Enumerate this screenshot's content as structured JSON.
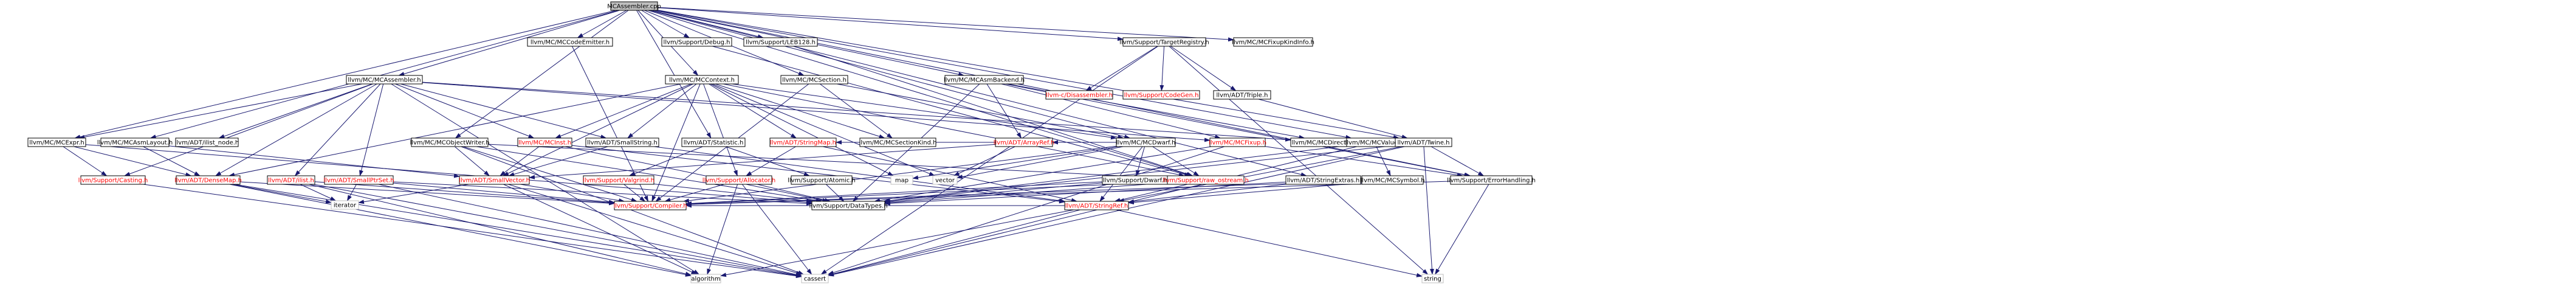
{
  "nodes": [
    {
      "id": "root",
      "label": "MCAssembler.cpp",
      "kind": "root"
    },
    {
      "id": "mccodeemitter",
      "label": "llvm/MC/MCCodeEmitter.h"
    },
    {
      "id": "debug",
      "label": "llvm/Support/Debug.h"
    },
    {
      "id": "leb128",
      "label": "llvm/Support/LEB128.h"
    },
    {
      "id": "targetregistry",
      "label": "llvm/Support/TargetRegistry.h"
    },
    {
      "id": "mcfixupkindinfo",
      "label": "llvm/MC/MCFixupKindInfo.h"
    },
    {
      "id": "mcassembler",
      "label": "llvm/MC/MCAssembler.h"
    },
    {
      "id": "mccontext",
      "label": "llvm/MC/MCContext.h"
    },
    {
      "id": "mcsection",
      "label": "llvm/MC/MCSection.h"
    },
    {
      "id": "mcasmbackend",
      "label": "llvm/MC/MCAsmBackend.h"
    },
    {
      "id": "mcexpr",
      "label": "llvm/MC/MCExpr.h"
    },
    {
      "id": "mcasmlayout",
      "label": "llvm/MC/MCAsmLayout.h"
    },
    {
      "id": "ilistnode",
      "label": "llvm/ADT/ilist_node.h"
    },
    {
      "id": "mcobjectwriter",
      "label": "llvm/MC/MCObjectWriter.h"
    },
    {
      "id": "mcinst",
      "label": "llvm/MC/MCInst.h",
      "kind": "red"
    },
    {
      "id": "smallstring",
      "label": "llvm/ADT/SmallString.h"
    },
    {
      "id": "statistic",
      "label": "llvm/ADT/Statistic.h"
    },
    {
      "id": "stringmap",
      "label": "llvm/ADT/StringMap.h",
      "kind": "red"
    },
    {
      "id": "mcsectionkind",
      "label": "llvm/MC/MCSectionKind.h"
    },
    {
      "id": "arrayref",
      "label": "llvm/ADT/ArrayRef.h",
      "kind": "red"
    },
    {
      "id": "mcdwarf",
      "label": "llvm/MC/MCDwarf.h"
    },
    {
      "id": "mcfixup",
      "label": "llvm/MC/MCFixup.h",
      "kind": "red"
    },
    {
      "id": "mcdirectives",
      "label": "llvm/MC/MCDirectives.h"
    },
    {
      "id": "disassembler",
      "label": "llvm-c/Disassembler.h",
      "kind": "red"
    },
    {
      "id": "codegen",
      "label": "llvm/Support/CodeGen.h",
      "kind": "red"
    },
    {
      "id": "triple",
      "label": "llvm/ADT/Triple.h"
    },
    {
      "id": "mcvalue",
      "label": "llvm/MC/MCValue.h"
    },
    {
      "id": "twine",
      "label": "llvm/ADT/Twine.h"
    },
    {
      "id": "casting",
      "label": "llvm/Support/Casting.h",
      "kind": "red"
    },
    {
      "id": "densemap",
      "label": "llvm/ADT/DenseMap.h",
      "kind": "red"
    },
    {
      "id": "ilist",
      "label": "llvm/ADT/ilist.h",
      "kind": "red"
    },
    {
      "id": "smallptrset",
      "label": "llvm/ADT/SmallPtrSet.h",
      "kind": "red"
    },
    {
      "id": "smallvector",
      "label": "llvm/ADT/SmallVector.h",
      "kind": "red"
    },
    {
      "id": "valgrind",
      "label": "llvm/Support/Valgrind.h",
      "kind": "red"
    },
    {
      "id": "allocator",
      "label": "llvm/Support/Allocator.h",
      "kind": "red"
    },
    {
      "id": "atomic",
      "label": "llvm/Support/Atomic.h"
    },
    {
      "id": "map",
      "label": "map",
      "kind": "leaf"
    },
    {
      "id": "vector",
      "label": "vector",
      "kind": "leaf"
    },
    {
      "id": "dwarf",
      "label": "llvm/Support/Dwarf.h"
    },
    {
      "id": "rawostream",
      "label": "llvm/Support/raw_ostream.h",
      "kind": "red"
    },
    {
      "id": "stringextras",
      "label": "llvm/ADT/StringExtras.h"
    },
    {
      "id": "mcsymbol",
      "label": "llvm/MC/MCSymbol.h"
    },
    {
      "id": "errorhandling",
      "label": "llvm/Support/ErrorHandling.h"
    },
    {
      "id": "iterator",
      "label": "iterator",
      "kind": "leaf"
    },
    {
      "id": "compiler",
      "label": "llvm/Support/Compiler.h",
      "kind": "red"
    },
    {
      "id": "datatypes",
      "label": "llvm/Support/DataTypes.h"
    },
    {
      "id": "stringref",
      "label": "llvm/ADT/StringRef.h",
      "kind": "red"
    },
    {
      "id": "algorithm",
      "label": "algorithm",
      "kind": "leaf"
    },
    {
      "id": "cassert",
      "label": "cassert",
      "kind": "leaf"
    },
    {
      "id": "string",
      "label": "string",
      "kind": "leaf"
    }
  ],
  "edges": [
    [
      "root",
      "mccodeemitter"
    ],
    [
      "root",
      "debug"
    ],
    [
      "root",
      "leb128"
    ],
    [
      "root",
      "targetregistry"
    ],
    [
      "root",
      "mcfixupkindinfo"
    ],
    [
      "root",
      "mcassembler"
    ],
    [
      "root",
      "mccontext"
    ],
    [
      "root",
      "mcsection"
    ],
    [
      "root",
      "mcasmbackend"
    ],
    [
      "root",
      "mcexpr"
    ],
    [
      "root",
      "mcasmlayout"
    ],
    [
      "root",
      "mcobjectwriter"
    ],
    [
      "root",
      "statistic"
    ],
    [
      "root",
      "mcdwarf"
    ],
    [
      "root",
      "mcvalue"
    ],
    [
      "root",
      "twine"
    ],
    [
      "root",
      "rawostream"
    ],
    [
      "root",
      "errorhandling"
    ],
    [
      "root",
      "stringextras"
    ],
    [
      "mccodeemitter",
      "compiler"
    ],
    [
      "debug",
      "rawostream"
    ],
    [
      "leb128",
      "rawostream"
    ],
    [
      "targetregistry",
      "disassembler"
    ],
    [
      "targetregistry",
      "codegen"
    ],
    [
      "targetregistry",
      "triple"
    ],
    [
      "targetregistry",
      "cassert"
    ],
    [
      "targetregistry",
      "string"
    ],
    [
      "mcassembler",
      "mcexpr"
    ],
    [
      "mcassembler",
      "ilistnode"
    ],
    [
      "mcassembler",
      "mcinst"
    ],
    [
      "mcassembler",
      "smallstring"
    ],
    [
      "mcassembler",
      "mcfixup"
    ],
    [
      "mcassembler",
      "casting"
    ],
    [
      "mcassembler",
      "densemap"
    ],
    [
      "mcassembler",
      "ilist"
    ],
    [
      "mcassembler",
      "smallptrset"
    ],
    [
      "mcassembler",
      "algorithm"
    ],
    [
      "mcassembler",
      "mcdirectives"
    ],
    [
      "mccontext",
      "smallstring"
    ],
    [
      "mccontext",
      "stringmap"
    ],
    [
      "mccontext",
      "mcsectionkind"
    ],
    [
      "mccontext",
      "mcdwarf"
    ],
    [
      "mccontext",
      "densemap"
    ],
    [
      "mccontext",
      "smallvector"
    ],
    [
      "mccontext",
      "allocator"
    ],
    [
      "mccontext",
      "rawostream"
    ],
    [
      "mccontext",
      "map"
    ],
    [
      "mccontext",
      "vector"
    ],
    [
      "mccontext",
      "compiler"
    ],
    [
      "mccontext",
      "mcinst"
    ],
    [
      "mcsection",
      "mcsectionkind"
    ],
    [
      "mcsection",
      "compiler"
    ],
    [
      "mcsection",
      "mcdwarf"
    ],
    [
      "mcasmbackend",
      "arrayref"
    ],
    [
      "mcasmbackend",
      "mcdirectives"
    ],
    [
      "mcasmbackend",
      "mcfixup"
    ],
    [
      "mcasmbackend",
      "datatypes"
    ],
    [
      "mcasmbackend",
      "errorhandling"
    ],
    [
      "mcexpr",
      "casting"
    ],
    [
      "mcexpr",
      "densemap"
    ],
    [
      "mcexpr",
      "datatypes"
    ],
    [
      "mcasmlayout",
      "densemap"
    ],
    [
      "mcasmlayout",
      "smallvector"
    ],
    [
      "mcobjectwriter",
      "smallvector"
    ],
    [
      "mcobjectwriter",
      "compiler"
    ],
    [
      "mcobjectwriter",
      "datatypes"
    ],
    [
      "mcobjectwriter",
      "cassert"
    ],
    [
      "mcobjectwriter",
      "rawostream"
    ],
    [
      "mcinst",
      "smallvector"
    ],
    [
      "mcinst",
      "stringref"
    ],
    [
      "mcinst",
      "datatypes"
    ],
    [
      "smallstring",
      "smallvector"
    ],
    [
      "smallstring",
      "stringref"
    ],
    [
      "statistic",
      "atomic"
    ],
    [
      "statistic",
      "valgrind"
    ],
    [
      "stringmap",
      "allocator"
    ],
    [
      "stringmap",
      "stringref"
    ],
    [
      "arrayref",
      "smallvector"
    ],
    [
      "arrayref",
      "vector"
    ],
    [
      "mcdwarf",
      "arrayref"
    ],
    [
      "mcdwarf",
      "dwarf"
    ],
    [
      "mcdwarf",
      "rawostream"
    ],
    [
      "mcdwarf",
      "stringmap"
    ],
    [
      "mcdwarf",
      "map"
    ],
    [
      "mcdwarf",
      "vector"
    ],
    [
      "mcdwarf",
      "compiler"
    ],
    [
      "mcdwarf",
      "stringref"
    ],
    [
      "mcfixup",
      "datatypes"
    ],
    [
      "mcfixup",
      "errorhandling"
    ],
    [
      "mcfixup",
      "cassert"
    ],
    [
      "triple",
      "twine"
    ],
    [
      "mcvalue",
      "mcsymbol"
    ],
    [
      "mcvalue",
      "datatypes"
    ],
    [
      "mcvalue",
      "cassert"
    ],
    [
      "twine",
      "errorhandling"
    ],
    [
      "twine",
      "stringref"
    ],
    [
      "twine",
      "cassert"
    ],
    [
      "twine",
      "string"
    ],
    [
      "twine",
      "datatypes"
    ],
    [
      "casting",
      "cassert"
    ],
    [
      "densemap",
      "compiler"
    ],
    [
      "densemap",
      "algorithm"
    ],
    [
      "densemap",
      "iterator"
    ],
    [
      "densemap",
      "cassert"
    ],
    [
      "ilist",
      "compiler"
    ],
    [
      "ilist",
      "algorithm"
    ],
    [
      "ilist",
      "iterator"
    ],
    [
      "ilist",
      "cassert"
    ],
    [
      "smallptrset",
      "compiler"
    ],
    [
      "smallptrset",
      "datatypes"
    ],
    [
      "smallptrset",
      "iterator"
    ],
    [
      "smallptrset",
      "cassert"
    ],
    [
      "smallvector",
      "compiler"
    ],
    [
      "smallvector",
      "algorithm"
    ],
    [
      "smallvector",
      "iterator"
    ],
    [
      "smallvector",
      "cassert"
    ],
    [
      "valgrind",
      "compiler"
    ],
    [
      "valgrind",
      "datatypes"
    ],
    [
      "allocator",
      "compiler"
    ],
    [
      "allocator",
      "datatypes"
    ],
    [
      "allocator",
      "algorithm"
    ],
    [
      "allocator",
      "cassert"
    ],
    [
      "atomic",
      "datatypes"
    ],
    [
      "dwarf",
      "compiler"
    ],
    [
      "dwarf",
      "datatypes"
    ],
    [
      "rawostream",
      "compiler"
    ],
    [
      "rawostream",
      "datatypes"
    ],
    [
      "rawostream",
      "stringref"
    ],
    [
      "stringextras",
      "datatypes"
    ],
    [
      "stringextras",
      "stringref"
    ],
    [
      "mcsymbol",
      "compiler"
    ],
    [
      "mcsymbol",
      "stringref"
    ],
    [
      "errorhandling",
      "compiler"
    ],
    [
      "errorhandling",
      "string"
    ],
    [
      "stringref",
      "compiler"
    ],
    [
      "stringref",
      "algorithm"
    ],
    [
      "stringref",
      "cassert"
    ],
    [
      "stringref",
      "string"
    ]
  ]
}
